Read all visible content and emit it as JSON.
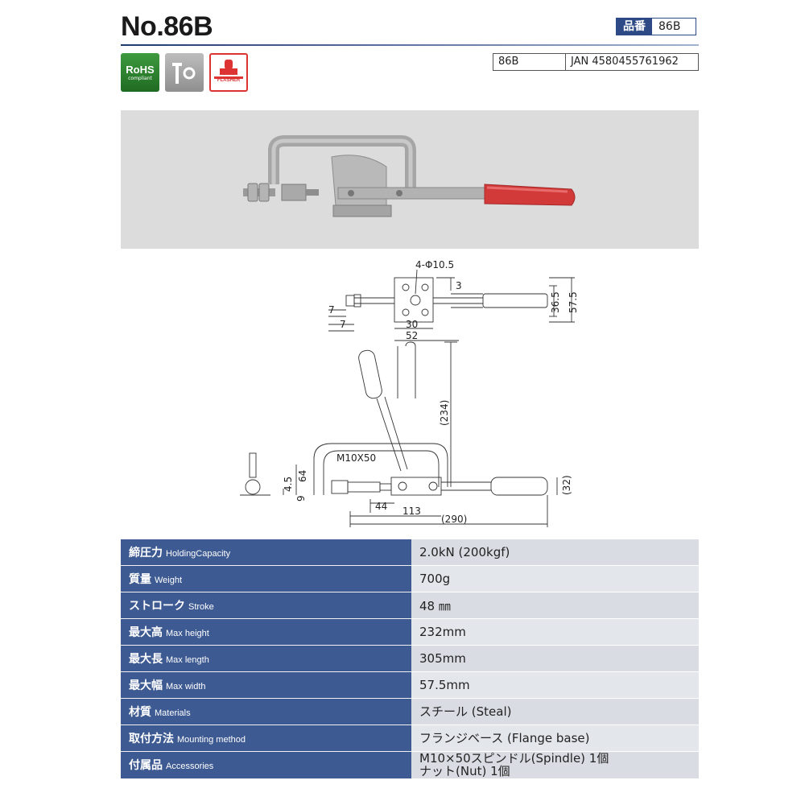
{
  "header": {
    "title": "No.86B",
    "partno_label": "品番",
    "partno_value": "86B"
  },
  "badges": {
    "rohs_main": "RoHS",
    "rohs_sub": "compliant",
    "flash_text": "FLASHER"
  },
  "jan": {
    "code": "86B",
    "jan": "JAN 4580455761962"
  },
  "drawing": {
    "dim_holes": "4-Φ10.5",
    "dim_3": "3",
    "dim_7a": "7",
    "dim_7b": "7",
    "dim_30": "30",
    "dim_52": "52",
    "dim_36_5": "36.5",
    "dim_57_5": "57.5",
    "dim_234": "(234)",
    "dim_spindle": "M10X50",
    "dim_64": "64",
    "dim_4_5": "4.5",
    "dim_9": "9",
    "dim_44": "44",
    "dim_113": "113",
    "dim_290": "(290)",
    "dim_32": "(32)"
  },
  "specs": [
    {
      "jp": "締圧力",
      "en": "HoldingCapacity",
      "value": "2.0kN (200kgf)"
    },
    {
      "jp": "質量",
      "en": "Weight",
      "value": "700g"
    },
    {
      "jp": "ストローク",
      "en": "Stroke",
      "value": "48 ㎜"
    },
    {
      "jp": "最大高",
      "en": "Max height",
      "value": "232mm"
    },
    {
      "jp": "最大長",
      "en": "Max length",
      "value": "305mm"
    },
    {
      "jp": "最大幅",
      "en": "Max width",
      "value": "57.5mm"
    },
    {
      "jp": "材質",
      "en": "Materials",
      "value": "スチール (Steal)"
    },
    {
      "jp": "取付方法",
      "en": "Mounting method",
      "value": "フランジベース (Flange base)"
    },
    {
      "jp": "付属品",
      "en": "Accessories",
      "value": "M10×50スピンドル(Spindle) 1個",
      "value2": "ナット(Nut) 1個"
    }
  ]
}
